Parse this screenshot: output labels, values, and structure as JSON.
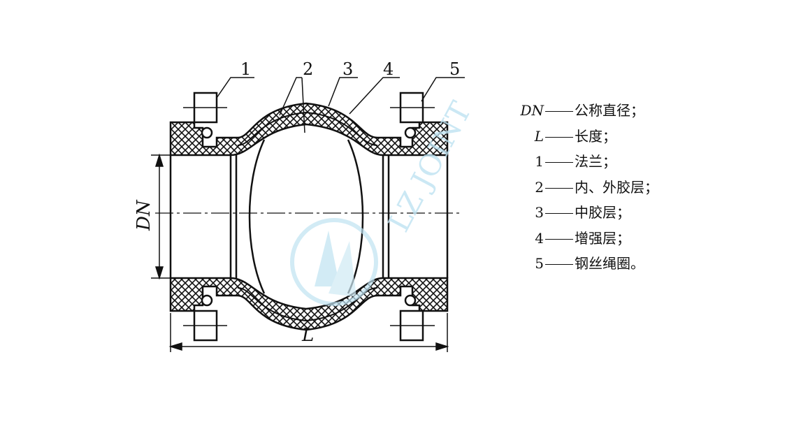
{
  "diagram": {
    "callouts": [
      "1",
      "2",
      "3",
      "4",
      "5"
    ],
    "dimension_dn": "DN",
    "dimension_l": "L",
    "watermark": "LZ JOINT"
  },
  "legend": {
    "items": [
      {
        "symbol": "DN",
        "text": "公称直径；"
      },
      {
        "symbol": "L",
        "text": "长度；"
      },
      {
        "symbol": "1",
        "text": "法兰；"
      },
      {
        "symbol": "2",
        "text": "内、外胶层；"
      },
      {
        "symbol": "3",
        "text": "中胶层；"
      },
      {
        "symbol": "4",
        "text": "增强层；"
      },
      {
        "symbol": "5",
        "text": "钢丝绳圈。"
      }
    ]
  },
  "colors": {
    "line": "#111111",
    "watermark": "#bfe3f2"
  }
}
